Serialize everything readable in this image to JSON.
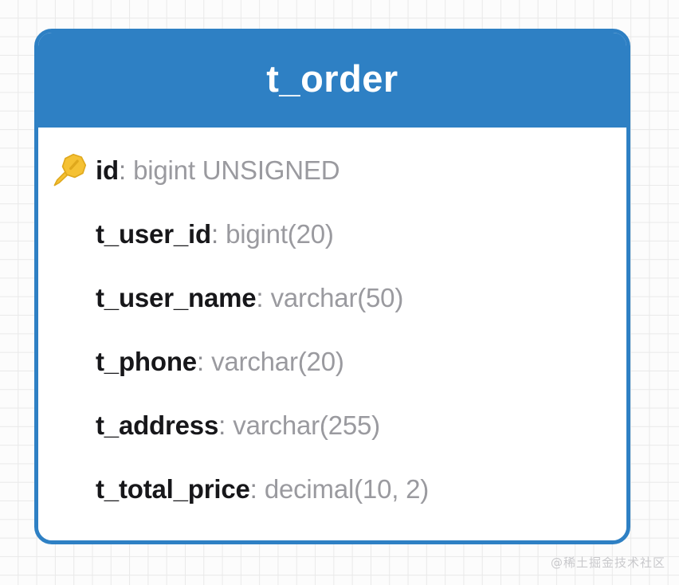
{
  "colors": {
    "header_blue": "#2E80C4",
    "card_border": "#2E80C4",
    "card_background": "#FFFFFF",
    "canvas_background": "#FCFCFC",
    "grid_line": "#E9E9E9",
    "field_name_text": "#17171A",
    "field_type_text": "#9A9A9F",
    "title_text": "#FFFFFF",
    "watermark_text": "#C9C9CC",
    "key_icon_gold": "#F5C133"
  },
  "card": {
    "title": "t_order",
    "fields": [
      {
        "name": "id",
        "separator": ":",
        "type": "bigint UNSIGNED",
        "primary_key": true,
        "icon": "key-icon"
      },
      {
        "name": "t_user_id",
        "separator": ":",
        "type": "bigint(20)",
        "primary_key": false,
        "icon": ""
      },
      {
        "name": "t_user_name",
        "separator": ":",
        "type": "varchar(50)",
        "primary_key": false,
        "icon": ""
      },
      {
        "name": "t_phone",
        "separator": ":",
        "type": "varchar(20)",
        "primary_key": false,
        "icon": ""
      },
      {
        "name": "t_address",
        "separator": ":",
        "type": "varchar(255)",
        "primary_key": false,
        "icon": ""
      },
      {
        "name": "t_total_price",
        "separator": ":",
        "type": "decimal(10, 2)",
        "primary_key": false,
        "icon": ""
      }
    ]
  },
  "watermark": {
    "text": "@稀土掘金技术社区"
  }
}
